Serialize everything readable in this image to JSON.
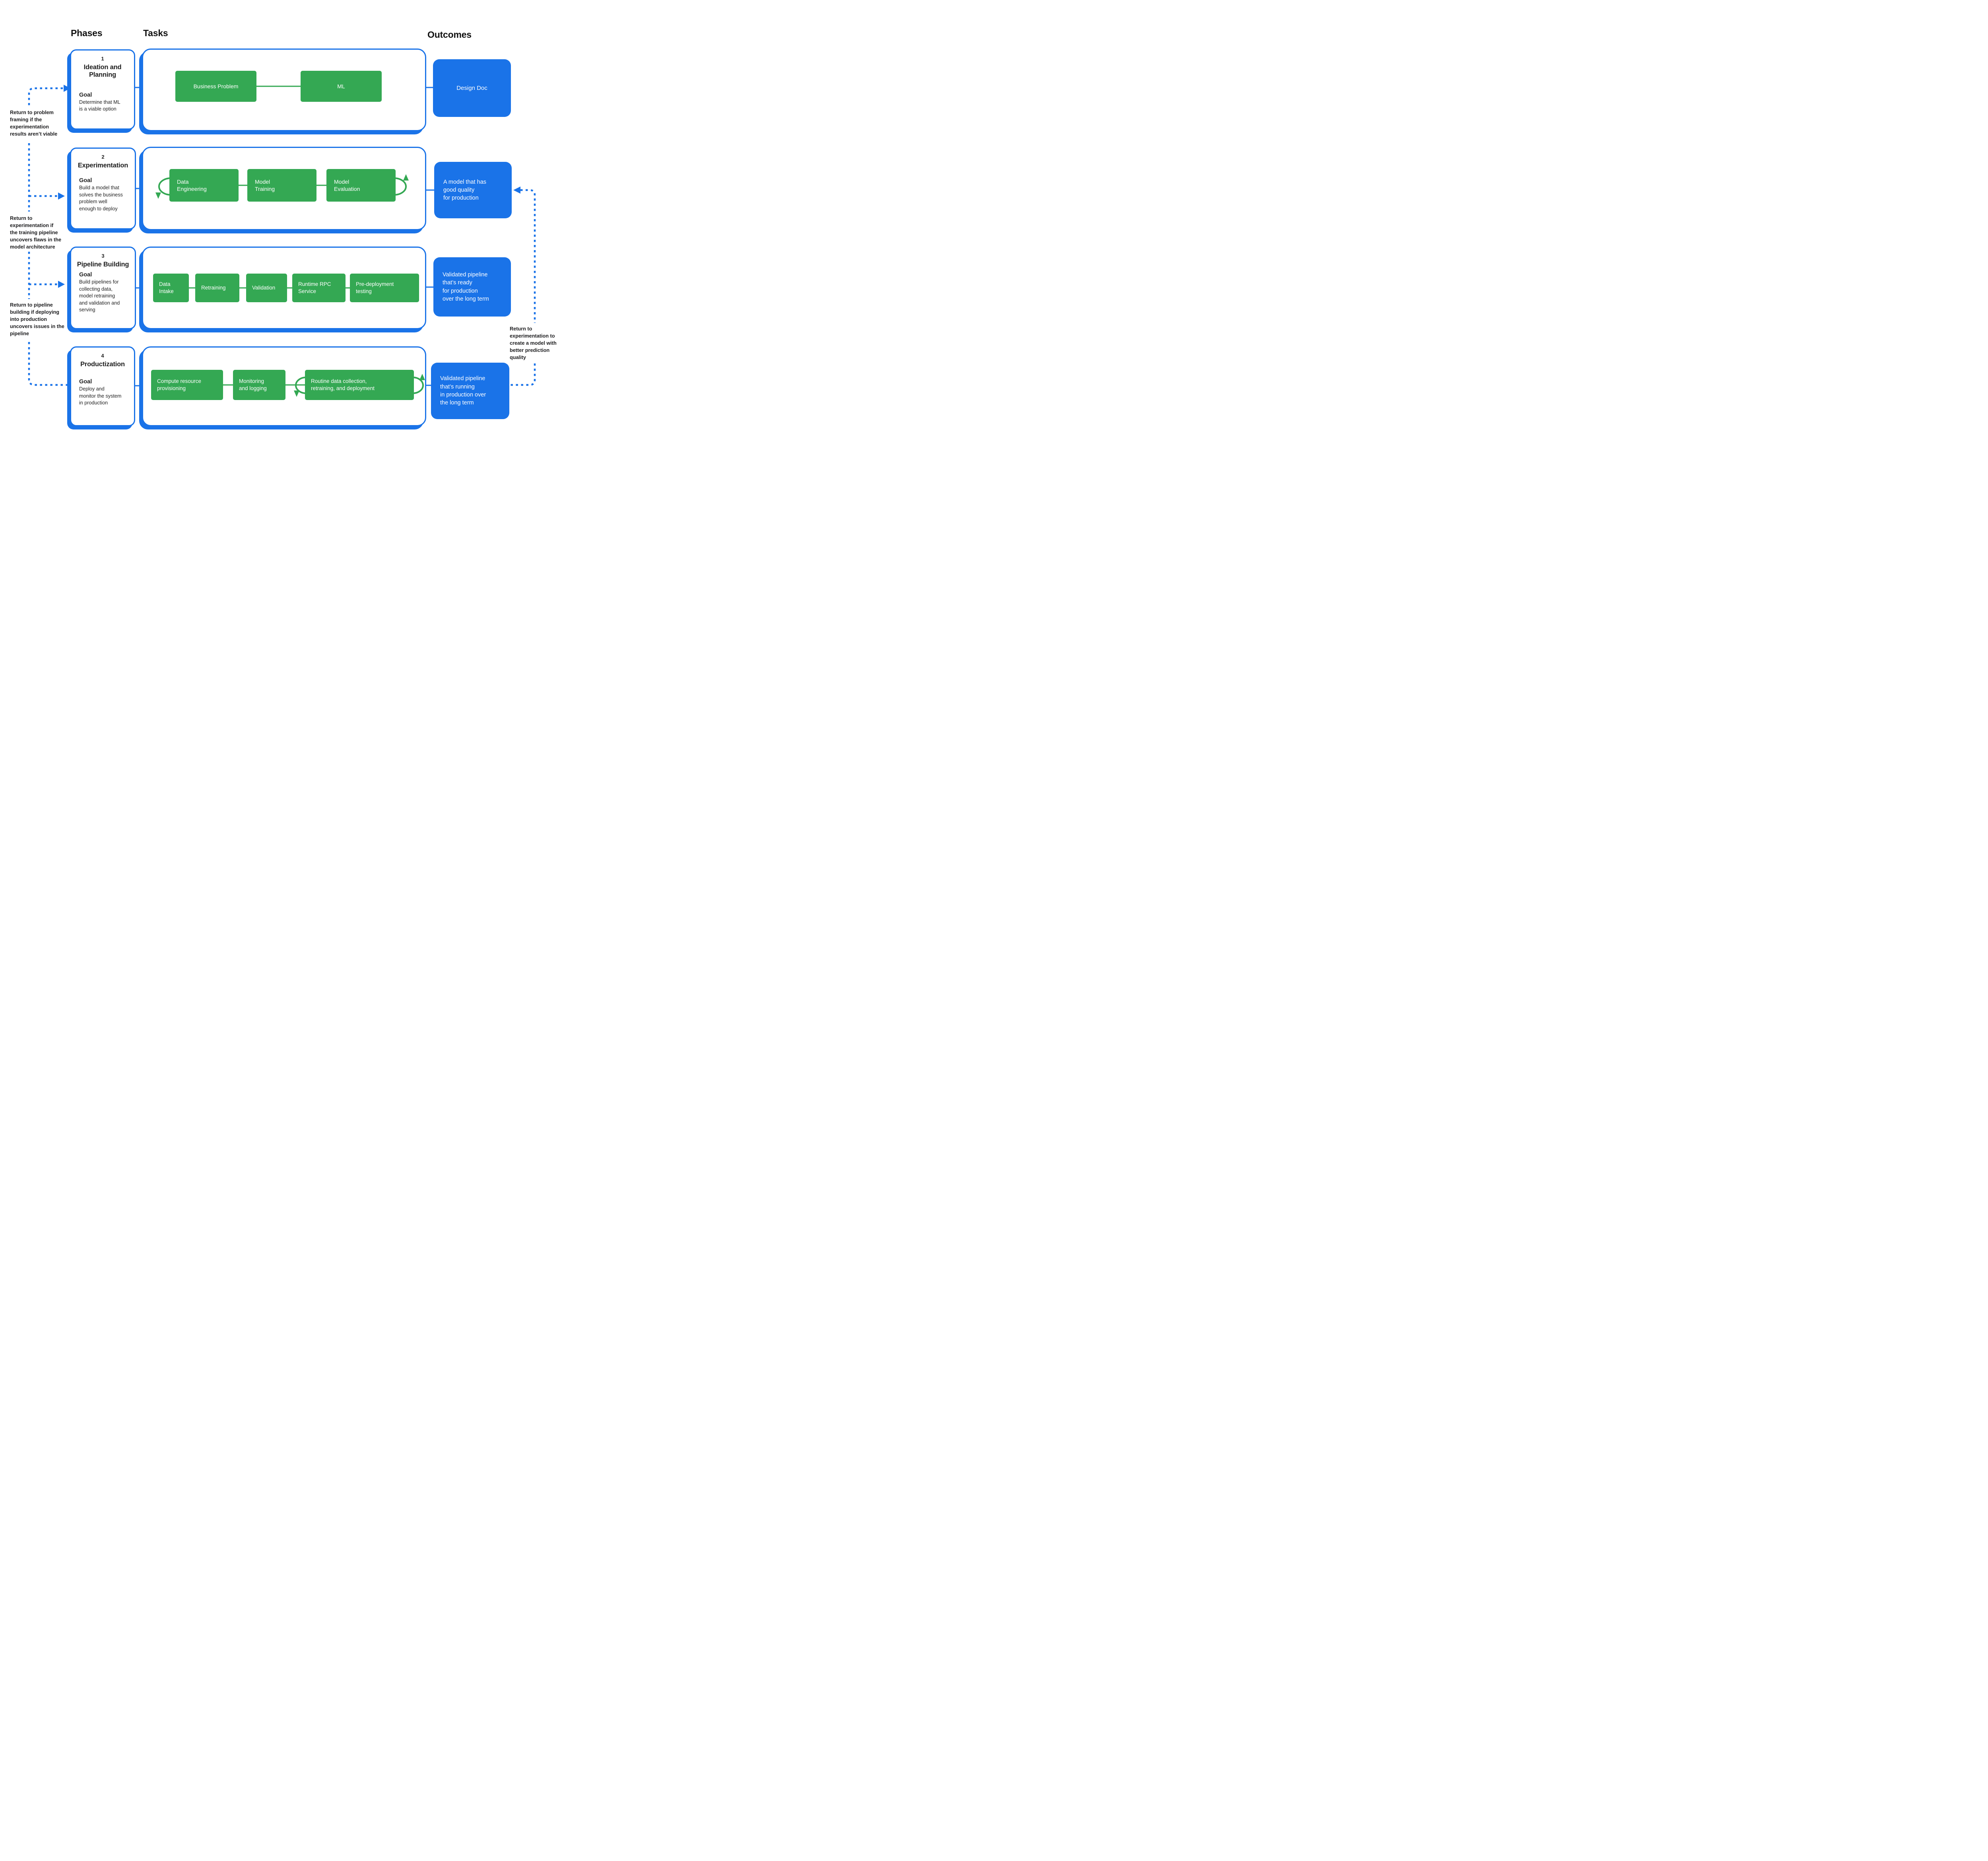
{
  "diagram_title": "ML development phases flow",
  "colors": {
    "blue": "#1a73e8",
    "green": "#34a853",
    "ink": "#1f1f1f"
  },
  "headers": {
    "phases": "Phases",
    "tasks": "Tasks",
    "outcomes": "Outcomes"
  },
  "phases": [
    {
      "number": "1",
      "title": "Ideation and\nPlanning",
      "goal_label": "Goal",
      "goal_text": "Determine that ML\nis a viable option",
      "tasks": [
        "Business Problem",
        "ML"
      ],
      "outcome": "Design Doc"
    },
    {
      "number": "2",
      "title": "Experimentation",
      "goal_label": "Goal",
      "goal_text": "Build a model that\nsolves the business\nproblem well\nenough to deploy",
      "tasks": [
        "Data\nEngineering",
        "Model\nTraining",
        "Model\nEvaluation"
      ],
      "outcome": "A model that has\ngood quality\nfor production"
    },
    {
      "number": "3",
      "title": "Pipeline Building",
      "goal_label": "Goal",
      "goal_text": "Build pipelines for\ncollecting data,\nmodel retraining\nand validation and\nserving",
      "tasks": [
        "Data\nIntake",
        "Retraining",
        "Validation",
        "Runtime RPC\nService",
        "Pre-deployment\ntesting"
      ],
      "outcome": "Validated pipeline\nthat’s ready\nfor production\nover the long term"
    },
    {
      "number": "4",
      "title": "Productization",
      "goal_label": "Goal",
      "goal_text": "Deploy and\nmonitor the system\nin production",
      "tasks": [
        "Compute resource\nprovisioning",
        "Monitoring\nand logging",
        "Routine data collection,\nretraining, and deployment"
      ],
      "outcome": "Validated pipeline\nthat’s running\nin production over\nthe long term"
    }
  ],
  "annotations": {
    "return_problem_framing": "Return to problem\nframing if the\nexperimentation\nresults aren’t viable",
    "return_experimentation": "Return to\nexperimentation if\nthe training pipeline\nuncovers flaws in the\nmodel architecture",
    "return_pipeline_building": "Return to pipeline\nbuilding if deploying\ninto production\nuncovers issues in the\npipeline",
    "return_experimentation_quality": "Return to\nexperimentation to\ncreate a model with\nbetter prediction\nquality"
  }
}
